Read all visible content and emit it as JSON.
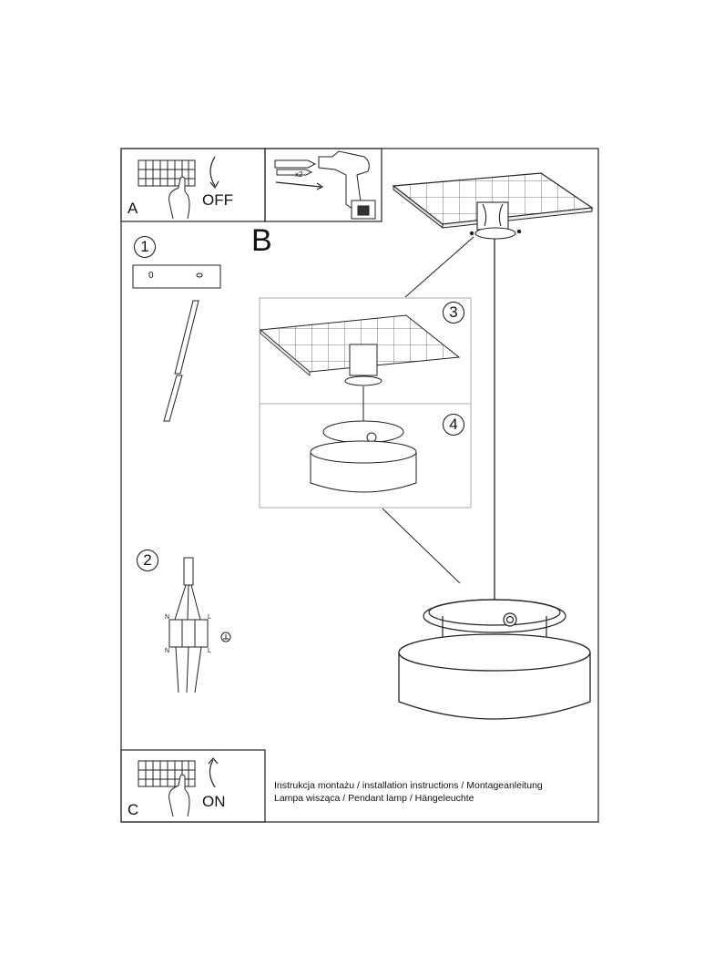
{
  "panels": {
    "a_label": "A",
    "off_label": "OFF",
    "b_label": "B",
    "c_label": "C",
    "on_label": "ON",
    "x2_label": "x2"
  },
  "steps": {
    "step1": "1",
    "step2": "2",
    "step3": "3",
    "step4": "4",
    "ceiling_hole_text": "0"
  },
  "wiring": {
    "n_top": "N",
    "l_top": "L",
    "n_bottom": "N",
    "l_bottom": "L"
  },
  "footer": {
    "line1": "Instrukcja montażu / installation instructions / Montageanleitung",
    "line2": "Lampa wisząca / Pendant lamp / Hängeleuchte"
  }
}
